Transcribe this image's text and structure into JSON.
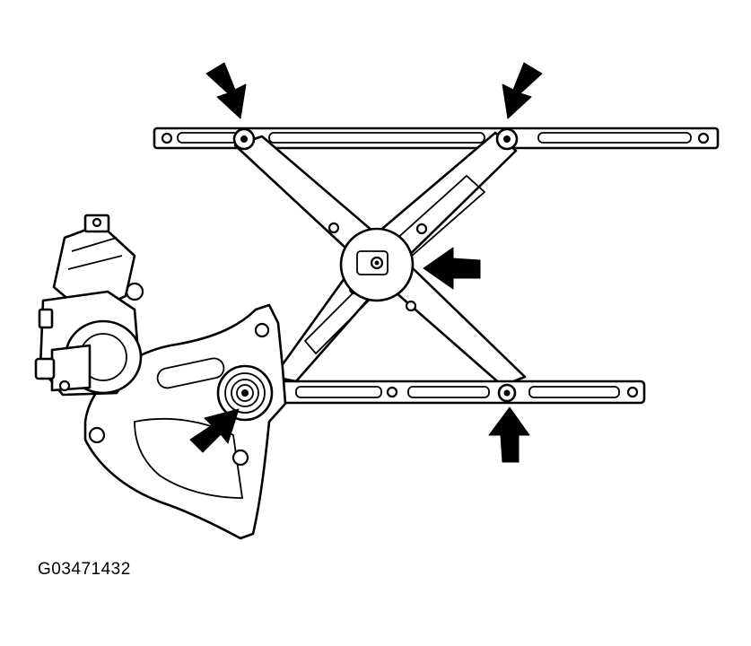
{
  "figure": {
    "code": "G03471432"
  },
  "callouts": [
    {
      "name": "arrow-upper-left-pivot"
    },
    {
      "name": "arrow-upper-right-pivot"
    },
    {
      "name": "arrow-center-pivot"
    },
    {
      "name": "arrow-lower-rail-pivot"
    },
    {
      "name": "arrow-sector-gear-pivot"
    }
  ]
}
